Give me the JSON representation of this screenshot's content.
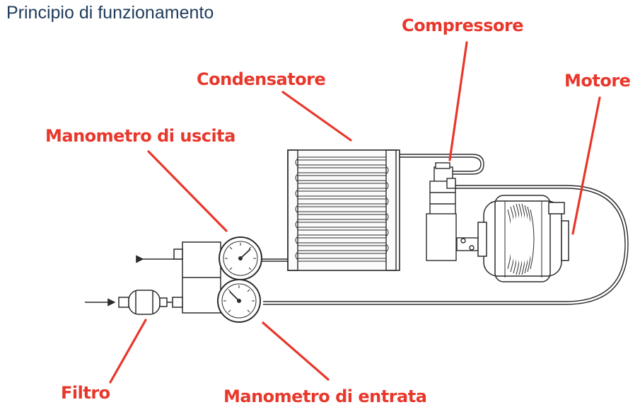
{
  "title": "Principio di funzionamento",
  "labels": {
    "compressor": "Compressore",
    "condenser": "Condensatore",
    "motor": "Motore",
    "outlet_gauge": "Manometro di uscita",
    "filter": "Filtro",
    "inlet_gauge": "Manometro di entrata"
  },
  "colors": {
    "title": "#1f3a5a",
    "callout": "#e8372b",
    "drawing": "#2b2b2b",
    "background": "#ffffff"
  }
}
